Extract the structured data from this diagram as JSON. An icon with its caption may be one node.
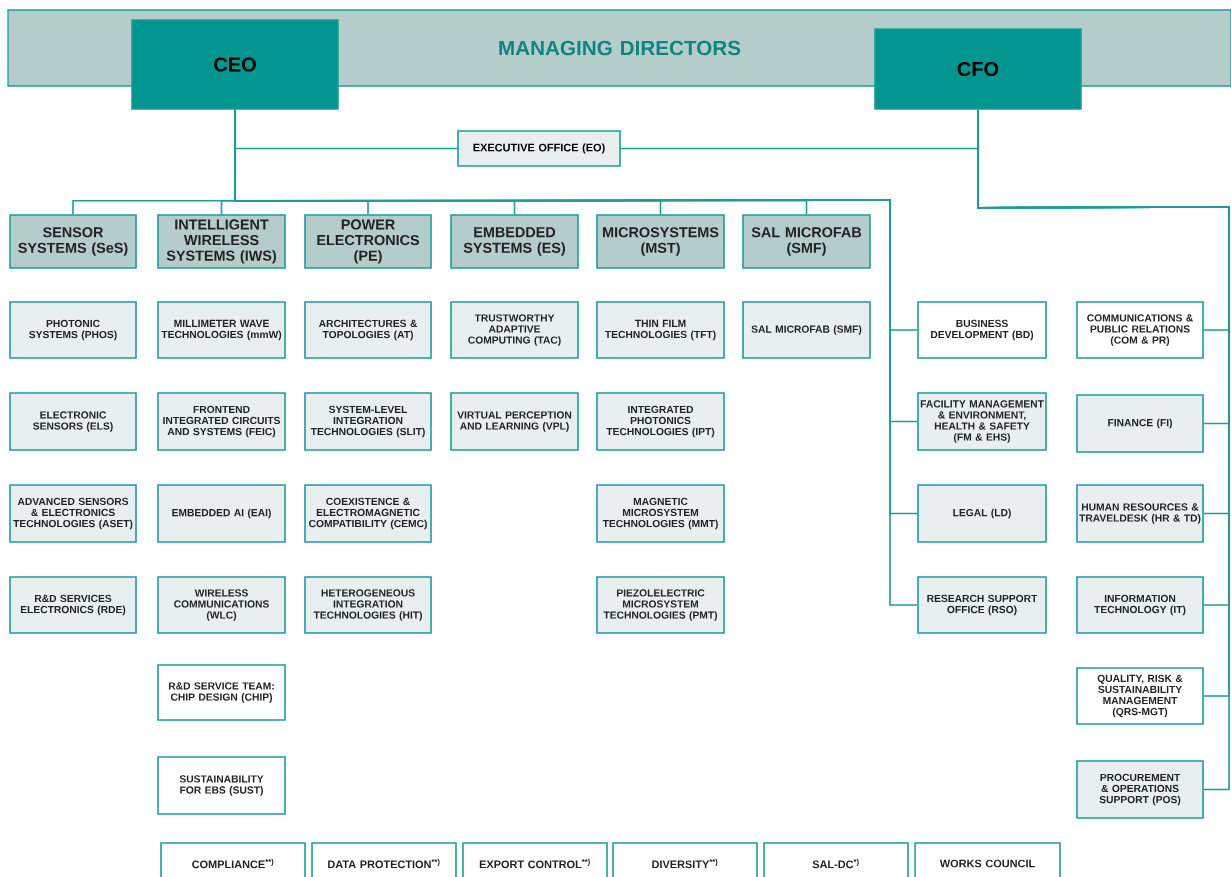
{
  "diagram": {
    "nodes": [
      {
        "text": [
          "MANAGING DIRECTORS"
        ]
      },
      {
        "text": [
          "CEO"
        ]
      },
      {
        "text": [
          "CFO"
        ]
      },
      {
        "text": [
          "EXECUTIVE OFFICE (EO)"
        ]
      },
      {
        "text": [
          "SENSOR SYSTEMS (SeS)"
        ]
      },
      {
        "text": [
          "INTELLIGENT WIRELESS SYSTEMS (IWS)"
        ]
      },
      {
        "text": [
          "POWER ELECTRONICS (PE)"
        ]
      },
      {
        "text": [
          "EMBEDDED SYSTEMS (ES)"
        ]
      },
      {
        "text": [
          "MICROSYSTEMS (MST)"
        ]
      },
      {
        "text": [
          "SAL MICROFAB (SMF)"
        ]
      },
      {
        "text": [
          "PHOTONIC SYSTEMS (PHOS)"
        ]
      },
      {
        "text": [
          "ELECTRONIC SENSORS (ELS)"
        ]
      },
      {
        "text": [
          "ADVANCED SENSORS & ELECTRONICS TECHNOLOGIES (ASET)"
        ]
      },
      {
        "text": [
          "R&D SERVICES ELECTRONICS (RDE)"
        ]
      },
      {
        "text": [
          "MILLIMETER WAVE TECHNOLOGIES (mmW)"
        ]
      },
      {
        "text": [
          "FRONTEND INTEGRATED CIRCUITS AND SYSTEMS (FEIC)"
        ]
      },
      {
        "text": [
          "EMBEDDED AI (EAI)"
        ]
      },
      {
        "text": [
          "WIRELESS COMMUNICATIONS (WLC)"
        ]
      },
      {
        "text": [
          "R&D SERVICE TEAM: CHIP DESIGN (CHIP)"
        ]
      },
      {
        "text": [
          "SUSTAINABILITY FOR EBS (SUST)"
        ]
      },
      {
        "text": [
          "ARCHITECTURES & TOPOLOGIES (AT)"
        ]
      },
      {
        "text": [
          "SYSTEM-LEVEL INTEGRATION TECHNOLOGIES (SLIT)"
        ]
      },
      {
        "text": [
          "COEXISTENCE & ELECTROMAGNETIC COMPATIBILITY (CEMC)"
        ]
      },
      {
        "text": [
          "HETEROGENEOUS INTEGRATION TECHNOLOGIES (HIT)"
        ]
      },
      {
        "text": [
          "TRUSTWORTHY ADAPTIVE COMPUTING (TAC)"
        ]
      },
      {
        "text": [
          "VIRTUAL PERCEPTION AND LEARNING (VPL)"
        ]
      },
      {
        "text": [
          "THIN FILM TECHNOLOGIES (TFT)"
        ]
      },
      {
        "text": [
          "INTEGRATED PHOTONICS TECHNOLOGIES (IPT)"
        ]
      },
      {
        "text": [
          "MAGNETIC MICROSYSTEM TECHNOLOGIES (MMT)"
        ]
      },
      {
        "text": [
          "PIEZOLELECTRIC MICROSYSTEM TECHNOLOGIES (PMT)"
        ]
      },
      {
        "text": [
          "SAL MICROFAB (SMF)"
        ]
      },
      {
        "text": [
          "BUSINESS DEVELOPMENT (BD)"
        ]
      },
      {
        "text": [
          "FACILITY MANAGEMENT & ENVIRONMENT, HEALTH & SAFETY (FM & EHS)"
        ]
      },
      {
        "text": [
          "LEGAL (LD)"
        ]
      },
      {
        "text": [
          "RESEARCH SUPPORT OFFICE (RSO)"
        ]
      },
      {
        "text": [
          "COMMUNICATIONS & PUBLIC RELATIONS (COM & PR)"
        ]
      },
      {
        "text": [
          "FINANCE (FI)"
        ]
      },
      {
        "text": [
          "HUMAN RESOURCES & TRAVELDESK (HR & TD)"
        ]
      },
      {
        "text": [
          "INFORMATION TECHNOLOGY (IT)"
        ]
      },
      {
        "text": [
          "QUALITY, RISK & SUSTAINABILITY MANAGEMENT (QRS-MGT)"
        ]
      },
      {
        "text": [
          "PROCUREMENT & OPERATIONS SUPPORT (POS)"
        ]
      },
      {
        "text": [
          "COMPLIANCE$^{**)}$"
        ]
      },
      {
        "text": [
          "DATA PROTECTION$^{**)}$"
        ]
      },
      {
        "text": [
          "EXPORT CONTROL$^{**)}$"
        ]
      },
      {
        "text": [
          "DIVERSITY$^{**)}$"
        ]
      },
      {
        "text": [
          "SAL-DC$^{*)}$"
        ]
      },
      {
        "text": [
          "WORKS COUNCIL"
        ]
      }
    ],
    "edges": [
      {
        "from": 1,
        "to": 3,
        "arrow": "none"
      },
      {
        "from": 3,
        "to": 2,
        "arrow": "none"
      },
      {
        "from": 1,
        "to": 4,
        "arrow": "none"
      },
      {
        "from": 1,
        "to": 5,
        "arrow": "none"
      },
      {
        "from": 1,
        "to": 6,
        "arrow": "none"
      },
      {
        "from": 1,
        "to": 7,
        "arrow": "none"
      },
      {
        "from": 1,
        "to": 8,
        "arrow": "none"
      },
      {
        "from": 1,
        "to": 9,
        "arrow": "none"
      },
      {
        "from": 1,
        "to": 31,
        "arrow": "none"
      },
      {
        "from": 1,
        "to": 32,
        "arrow": "none"
      },
      {
        "from": 1,
        "to": 33,
        "arrow": "none"
      },
      {
        "from": 1,
        "to": 34,
        "arrow": "none"
      },
      {
        "from": 2,
        "to": 35,
        "arrow": "none"
      },
      {
        "from": 2,
        "to": 36,
        "arrow": "none"
      },
      {
        "from": 2,
        "to": 37,
        "arrow": "none"
      },
      {
        "from": 2,
        "to": 38,
        "arrow": "none"
      },
      {
        "from": 2,
        "to": 39,
        "arrow": "none"
      },
      {
        "from": 2,
        "to": 40,
        "arrow": "none"
      }
    ]
  }
}
